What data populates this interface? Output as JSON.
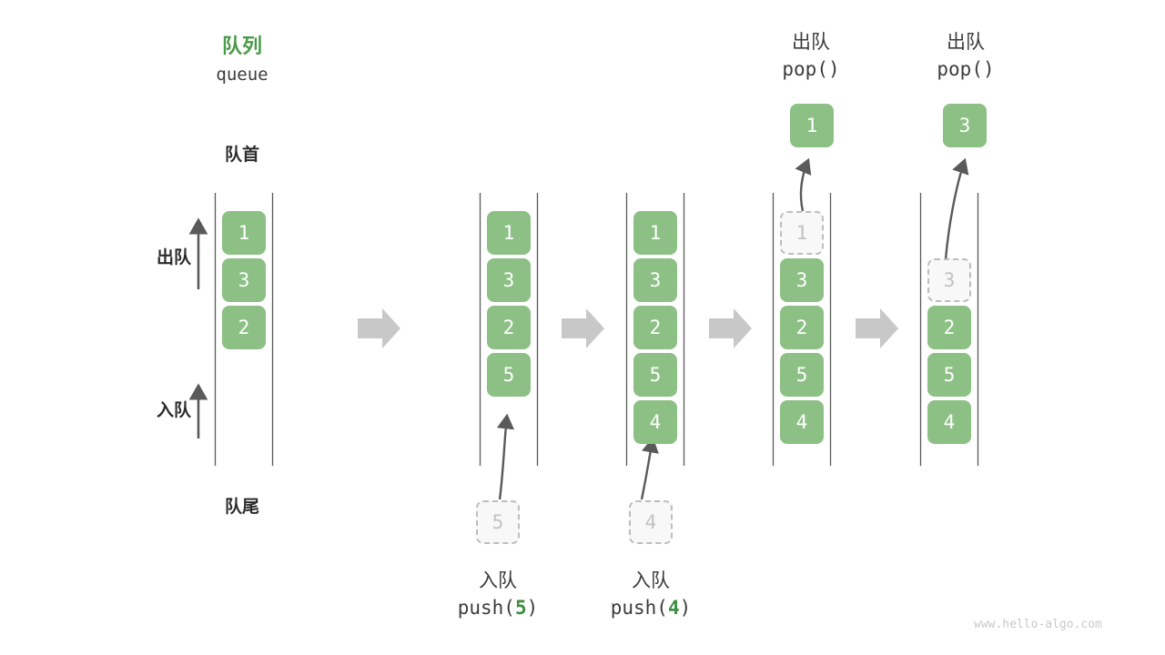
{
  "diagram": {
    "title_cn": "队列",
    "title_en": "queue",
    "front_label": "队首",
    "rear_label": "队尾",
    "dequeue_label": "出队",
    "enqueue_label": "入队",
    "watermark": "www.hello-algo.com",
    "accent_green": "#4a9a4a",
    "box_green": "#8cc084",
    "ghost_gray": "#bdbdbd",
    "arrow_gray": "#5a5a5a",
    "step_arrow_gray": "#c8c8c8"
  },
  "panels": [
    {
      "id": "initial",
      "cells": [
        {
          "value": "1",
          "state": "solid"
        },
        {
          "value": "3",
          "state": "solid"
        },
        {
          "value": "2",
          "state": "solid"
        }
      ],
      "side_arrows": [
        {
          "label": "出队",
          "dir": "up"
        },
        {
          "label": "入队",
          "dir": "up"
        }
      ],
      "top_label": "队首",
      "bottom_label": "队尾"
    },
    {
      "id": "push-5",
      "cells": [
        {
          "value": "1",
          "state": "solid"
        },
        {
          "value": "3",
          "state": "solid"
        },
        {
          "value": "2",
          "state": "solid"
        },
        {
          "value": "5",
          "state": "solid"
        }
      ],
      "incoming": {
        "value": "5",
        "state": "ghost"
      },
      "caption_cn": "入队",
      "caption_code_pre": "push(",
      "caption_code_hl": "5",
      "caption_code_post": ")"
    },
    {
      "id": "push-4",
      "cells": [
        {
          "value": "1",
          "state": "solid"
        },
        {
          "value": "3",
          "state": "solid"
        },
        {
          "value": "2",
          "state": "solid"
        },
        {
          "value": "5",
          "state": "solid"
        },
        {
          "value": "4",
          "state": "solid"
        }
      ],
      "incoming": {
        "value": "4",
        "state": "ghost"
      },
      "caption_cn": "入队",
      "caption_code_pre": "push(",
      "caption_code_hl": "4",
      "caption_code_post": ")"
    },
    {
      "id": "pop-1",
      "cells": [
        {
          "value": "1",
          "state": "ghost"
        },
        {
          "value": "3",
          "state": "solid"
        },
        {
          "value": "2",
          "state": "solid"
        },
        {
          "value": "5",
          "state": "solid"
        },
        {
          "value": "4",
          "state": "solid"
        }
      ],
      "outgoing": {
        "value": "1",
        "state": "solid"
      },
      "header_cn": "出队",
      "header_code": "pop()"
    },
    {
      "id": "pop-3",
      "cells": [
        {
          "value": "",
          "state": "empty"
        },
        {
          "value": "3",
          "state": "ghost"
        },
        {
          "value": "2",
          "state": "solid"
        },
        {
          "value": "5",
          "state": "solid"
        },
        {
          "value": "4",
          "state": "solid"
        }
      ],
      "outgoing": {
        "value": "3",
        "state": "solid"
      },
      "header_cn": "出队",
      "header_code": "pop()"
    }
  ],
  "step_arrows": [
    {
      "name": "step-arrow-1"
    },
    {
      "name": "step-arrow-2"
    },
    {
      "name": "step-arrow-3"
    },
    {
      "name": "step-arrow-4"
    }
  ]
}
